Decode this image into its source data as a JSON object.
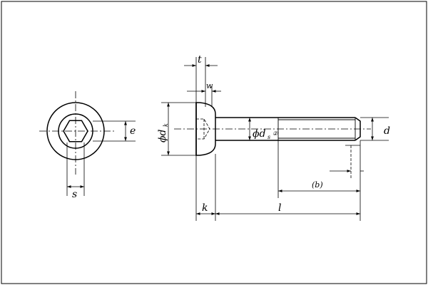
{
  "labels": {
    "s": "s",
    "e": "e",
    "t": "t",
    "w": "w",
    "dk": "ϕdk",
    "dk_sym": "ϕd",
    "dk_sub": "k",
    "ds_sym": "ϕd",
    "ds_sub": "s",
    "ds_note": "②",
    "d": "d",
    "b": "(b)",
    "k": "k",
    "l": "l"
  }
}
